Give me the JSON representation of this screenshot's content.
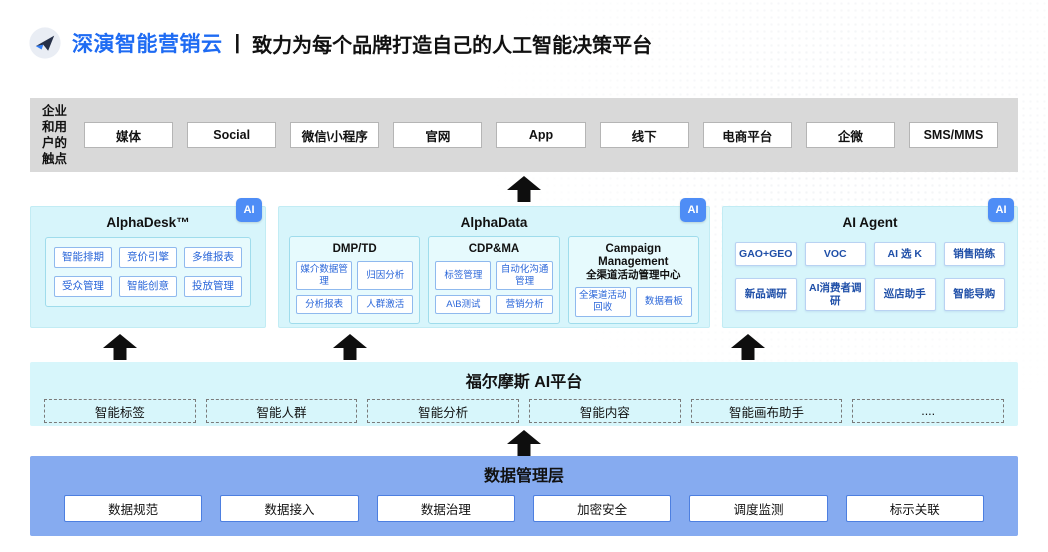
{
  "header": {
    "brand": "深演智能营销云",
    "divider": "|",
    "tagline": "致力为每个品牌打造自己的人工智能决策平台"
  },
  "touchpoints": {
    "label": "企业和用户的触点",
    "items": [
      "媒体",
      "Social",
      "微信\\小程序",
      "官网",
      "App",
      "线下",
      "电商平台",
      "企微",
      "SMS/MMS"
    ]
  },
  "panels": [
    {
      "title": "AlphaDesk™",
      "ai_badge": "AI",
      "items": [
        "智能排期",
        "竞价引擎",
        "多维报表",
        "受众管理",
        "智能创意",
        "投放管理"
      ]
    },
    {
      "title": "AlphaData",
      "ai_badge": "AI",
      "groups": [
        {
          "title": "DMP/TD",
          "items": [
            "媒介数据管理",
            "归因分析",
            "分析报表",
            "人群激活"
          ]
        },
        {
          "title": "CDP&MA",
          "items": [
            "标签管理",
            "自动化沟通管理",
            "A\\B测试",
            "营销分析"
          ]
        },
        {
          "title": "Campaign Management",
          "subtitle": "全渠道活动管理中心",
          "items": [
            "全渠道活动回收",
            "数据看板"
          ]
        }
      ]
    },
    {
      "title": "AI Agent",
      "ai_badge": "AI",
      "items": [
        "GAO+GEO",
        "VOC",
        "AI 选 K",
        "销售陪练",
        "新品调研",
        "AI消费者调研",
        "巡店助手",
        "智能导购"
      ]
    }
  ],
  "ai_platform": {
    "title": "福尔摩斯 AI平台",
    "items": [
      "智能标签",
      "智能人群",
      "智能分析",
      "智能内容",
      "智能画布助手",
      "...."
    ]
  },
  "data_layer": {
    "title": "数据管理层",
    "items": [
      "数据规范",
      "数据接入",
      "数据治理",
      "加密安全",
      "调度监测",
      "标示关联"
    ]
  },
  "colors": {
    "brand_blue": "#1e6bf3",
    "band_gray": "#d9d9d9",
    "panel_cyan": "#d7f5fb",
    "badge_blue": "#4e8df6",
    "data_band_blue": "#86abf0",
    "chip_text_blue": "#2a66d9"
  }
}
